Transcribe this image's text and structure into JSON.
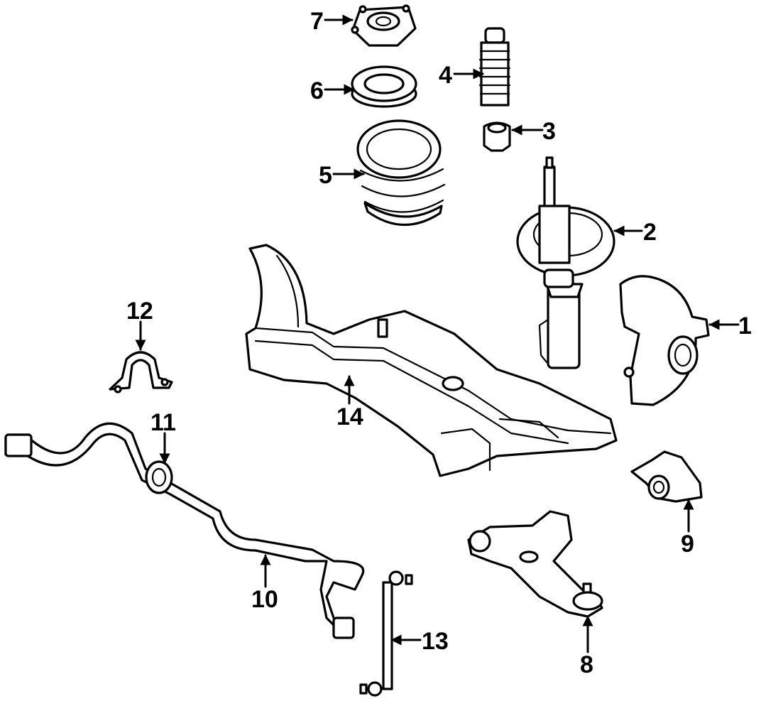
{
  "diagram": {
    "colors": {
      "ink": "#000000",
      "paper": "#ffffff"
    },
    "callouts": [
      {
        "id": "1",
        "label": "1"
      },
      {
        "id": "2",
        "label": "2"
      },
      {
        "id": "3",
        "label": "3"
      },
      {
        "id": "4",
        "label": "4"
      },
      {
        "id": "5",
        "label": "5"
      },
      {
        "id": "6",
        "label": "6"
      },
      {
        "id": "7",
        "label": "7"
      },
      {
        "id": "8",
        "label": "8"
      },
      {
        "id": "9",
        "label": "9"
      },
      {
        "id": "10",
        "label": "10"
      },
      {
        "id": "11",
        "label": "11"
      },
      {
        "id": "12",
        "label": "12"
      },
      {
        "id": "13",
        "label": "13"
      },
      {
        "id": "14",
        "label": "14"
      }
    ]
  }
}
